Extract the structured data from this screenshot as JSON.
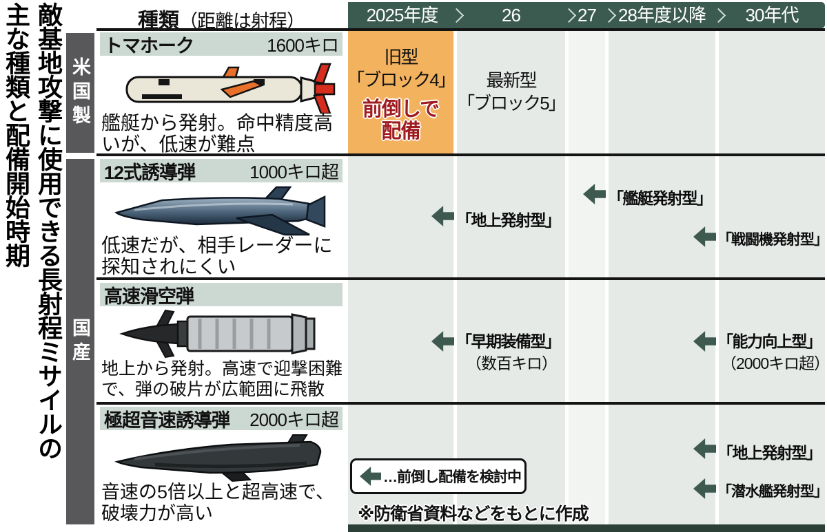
{
  "page": {
    "title_vertical_line1": "敵基地攻撃に使用できる長射程ミサイルの",
    "title_vertical_line2": "主な種類と配備開始時期",
    "source_note": "※防衛省資料などをもとに作成"
  },
  "header": {
    "kind_title": "種類",
    "kind_note": "（距離は射程）",
    "columns": [
      {
        "label": "2025年度"
      },
      {
        "label": "26"
      },
      {
        "label": "27"
      },
      {
        "label": "28年度以降"
      },
      {
        "label": "30年代"
      }
    ]
  },
  "origin_groups": [
    {
      "label": "米国製"
    },
    {
      "label": "国産"
    }
  ],
  "missiles": [
    {
      "name": "トマホーク",
      "range": "1600キロ",
      "desc_line1": "艦艇から発射。命中精度高",
      "desc_line2": "いが、低速が難点",
      "icon": "tomahawk-missile-illustration"
    },
    {
      "name": "12式誘導弾",
      "range": "1000キロ超",
      "desc_line1": "低速だが、相手レーダーに",
      "desc_line2": "探知されにくい",
      "icon": "type12-missile-illustration"
    },
    {
      "name": "高速滑空弾",
      "range": "",
      "desc_line1": "地上から発射。高速で迎撃困難",
      "desc_line2": "で、弾の破片が広範囲に飛散",
      "icon": "hypervelocity-gliding-projectile-illustration"
    },
    {
      "name": "極超音速誘導弾",
      "range": "2000キロ超",
      "desc_line1": "音速の5倍以上と超高速で、",
      "desc_line2": "破壊力が高い",
      "icon": "hypersonic-missile-illustration"
    }
  ],
  "timeline": {
    "tomahawk_2025_line1": "旧型",
    "tomahawk_2025_line2": "「ブロック4」",
    "tomahawk_2025_highlight_line1": "前倒しで",
    "tomahawk_2025_highlight_line2": "配備",
    "tomahawk_26_line1": "最新型",
    "tomahawk_26_line2": "「ブロック5」",
    "annotations": {
      "type12_ground": "「地上発射型」",
      "type12_ship": "「艦艇発射型」",
      "type12_fighter": "「戦闘機発射型」",
      "glide_early": "「早期装備型」",
      "glide_early_sub": "（数百キロ）",
      "glide_upgraded": "「能力向上型」",
      "glide_upgraded_sub": "（2000キロ超）",
      "hypersonic_ground": "「地上発射型」",
      "hypersonic_submarine": "「潜水艦発射型」"
    }
  },
  "legend": {
    "text": "…前倒し配備を検討中"
  },
  "icons": {
    "advance_arrow": "arrow-left-icon",
    "timeline_separator": "chevron-right-icon"
  },
  "colors": {
    "header_green": "#3c5b50",
    "cell_gray": "#e5eae7",
    "cell_light_gray": "#f2f4f1",
    "deploy_orange": "#f3b25e",
    "arrow_green": "#3e5a50",
    "row_label_bar": "#ccd8d2",
    "origin_group_bar": "#58585b",
    "highlight_red": "#9e1b1f",
    "bottom_bar_green": "#2c4038"
  }
}
